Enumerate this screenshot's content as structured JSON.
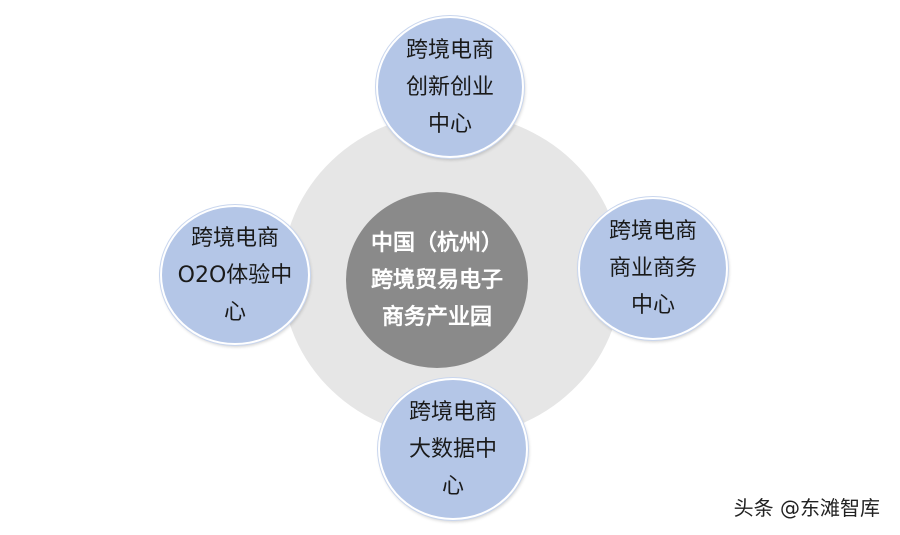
{
  "diagram": {
    "center": {
      "lines": [
        "中国（杭州）",
        "跨境贸易电子",
        "商务产业园"
      ]
    },
    "satellites": {
      "top": {
        "lines": [
          "跨境电商",
          "创新创业",
          "中心"
        ]
      },
      "left": {
        "lines": [
          "跨境电商",
          "O2O体验中",
          "心"
        ]
      },
      "right": {
        "lines": [
          "跨境电商",
          "商业商务",
          "中心"
        ]
      },
      "bottom": {
        "lines": [
          "跨境电商",
          "大数据中",
          "心"
        ]
      }
    }
  },
  "watermark": "头条 @东滩智库",
  "colors": {
    "ring": "#e6e6e6",
    "center_fill": "#8a8a8a",
    "satellite_fill": "#b4c6e7"
  }
}
